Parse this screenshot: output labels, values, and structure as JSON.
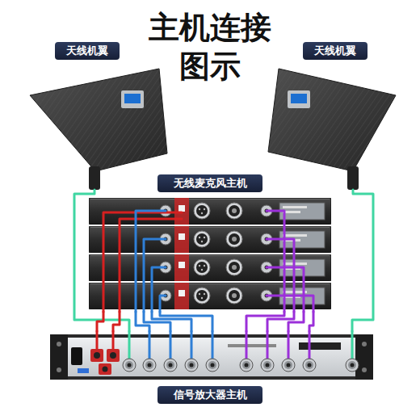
{
  "diagram": {
    "title": "主机连接 图示",
    "nodes": [
      {
        "text": [
          "天线机翼"
        ]
      },
      {
        "text": [
          "天线机翼"
        ]
      },
      {
        "text": [
          "无线麦克风主机"
        ]
      },
      {
        "text": [
          "信号放大器主机"
        ]
      }
    ],
    "edges": [
      {
        "from": 0,
        "to": 3,
        "arrow": "none"
      },
      {
        "from": 1,
        "to": 3,
        "arrow": "none"
      },
      {
        "from": 2,
        "to": 3,
        "arrow": "none"
      },
      {
        "from": 2,
        "to": 3,
        "arrow": "none"
      },
      {
        "from": 2,
        "to": 3,
        "arrow": "none"
      },
      {
        "from": 2,
        "to": 3,
        "arrow": "none"
      },
      {
        "from": 2,
        "to": 3,
        "arrow": "none"
      },
      {
        "from": 2,
        "to": 3,
        "arrow": "none"
      },
      {
        "from": 2,
        "to": 3,
        "arrow": "none"
      },
      {
        "from": 2,
        "to": 3,
        "arrow": "none"
      },
      {
        "from": 2,
        "to": 3,
        "arrow": "none"
      },
      {
        "from": 2,
        "to": 3,
        "arrow": "none"
      }
    ]
  }
}
